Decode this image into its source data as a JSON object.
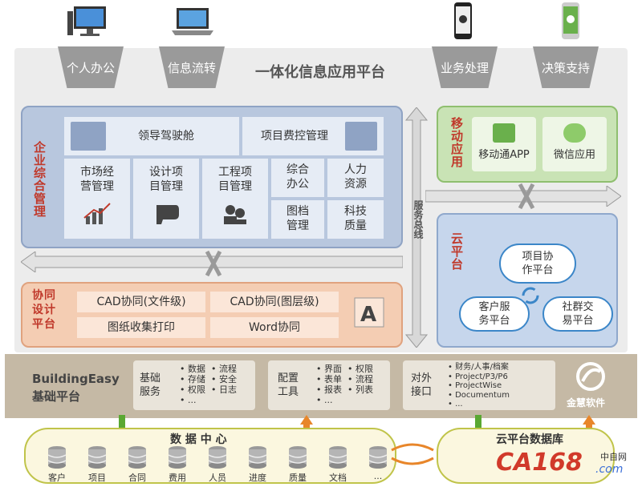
{
  "top_channels": [
    "个人办公",
    "信息流转",
    "业务处理",
    "决策支持"
  ],
  "platform_title": "一体化信息应用平台",
  "enterprise": {
    "label": "企业综合管理",
    "top_cells": [
      "领导驾驶舱",
      "项目费控管理"
    ],
    "modules": [
      "市场经营管理",
      "设计项目管理",
      "工程项目管理"
    ],
    "modules_split": [
      [
        "市场经",
        "营管理"
      ],
      [
        "设计项",
        "目管理"
      ],
      [
        "工程项",
        "目管理"
      ]
    ],
    "small": [
      [
        "综合",
        "办公"
      ],
      [
        "人力",
        "资源"
      ],
      [
        "图档",
        "管理"
      ],
      [
        "科技",
        "质量"
      ]
    ]
  },
  "mobile": {
    "label": "移动应用",
    "items": [
      "移动通APP",
      "微信应用"
    ]
  },
  "bus_label": "服务总线",
  "cloud": {
    "label": "云平台",
    "items": [
      [
        "项目协",
        "作平台"
      ],
      [
        "客户服",
        "务平台"
      ],
      [
        "社群交",
        "易平台"
      ]
    ]
  },
  "collab": {
    "label": "协同设计平台",
    "items": [
      "CAD协同(文件级)",
      "CAD协同(图层级)",
      "图纸收集打印",
      "Word协同"
    ]
  },
  "base": {
    "title_en": "BuildingEasy",
    "title_cn": "基础平台",
    "box1_title": [
      "基础",
      "服务"
    ],
    "box1_items": [
      "数据",
      "流程",
      "存储",
      "安全",
      "权限",
      "日志",
      "..."
    ],
    "box2_title": [
      "配置",
      "工具"
    ],
    "box2_items": [
      "界面",
      "权限",
      "表单",
      "流程",
      "报表",
      "列表",
      "..."
    ],
    "box3_title": [
      "对外",
      "接口"
    ],
    "box3_items": [
      "财务/人事/档案",
      "Project/P3/P6",
      "ProjectWise",
      "Documentum",
      "..."
    ],
    "brand": "金慧软件"
  },
  "data_center": {
    "title": "数 据 中 心",
    "dbs": [
      "客户",
      "项目",
      "合同",
      "费用",
      "人员",
      "进度",
      "质量",
      "文档",
      "..."
    ]
  },
  "cloud_db": "云平台数据库",
  "watermark": {
    "main": "CA168",
    "sub": "中自网",
    "suffix": ".com"
  },
  "colors": {
    "enterprise_text": "#c0392b",
    "mobile_text": "#c0392b",
    "cloud_text": "#c0392b",
    "collab_text": "#c0392b",
    "arrow_green": "#5aa832",
    "arrow_orange": "#e8862a"
  }
}
